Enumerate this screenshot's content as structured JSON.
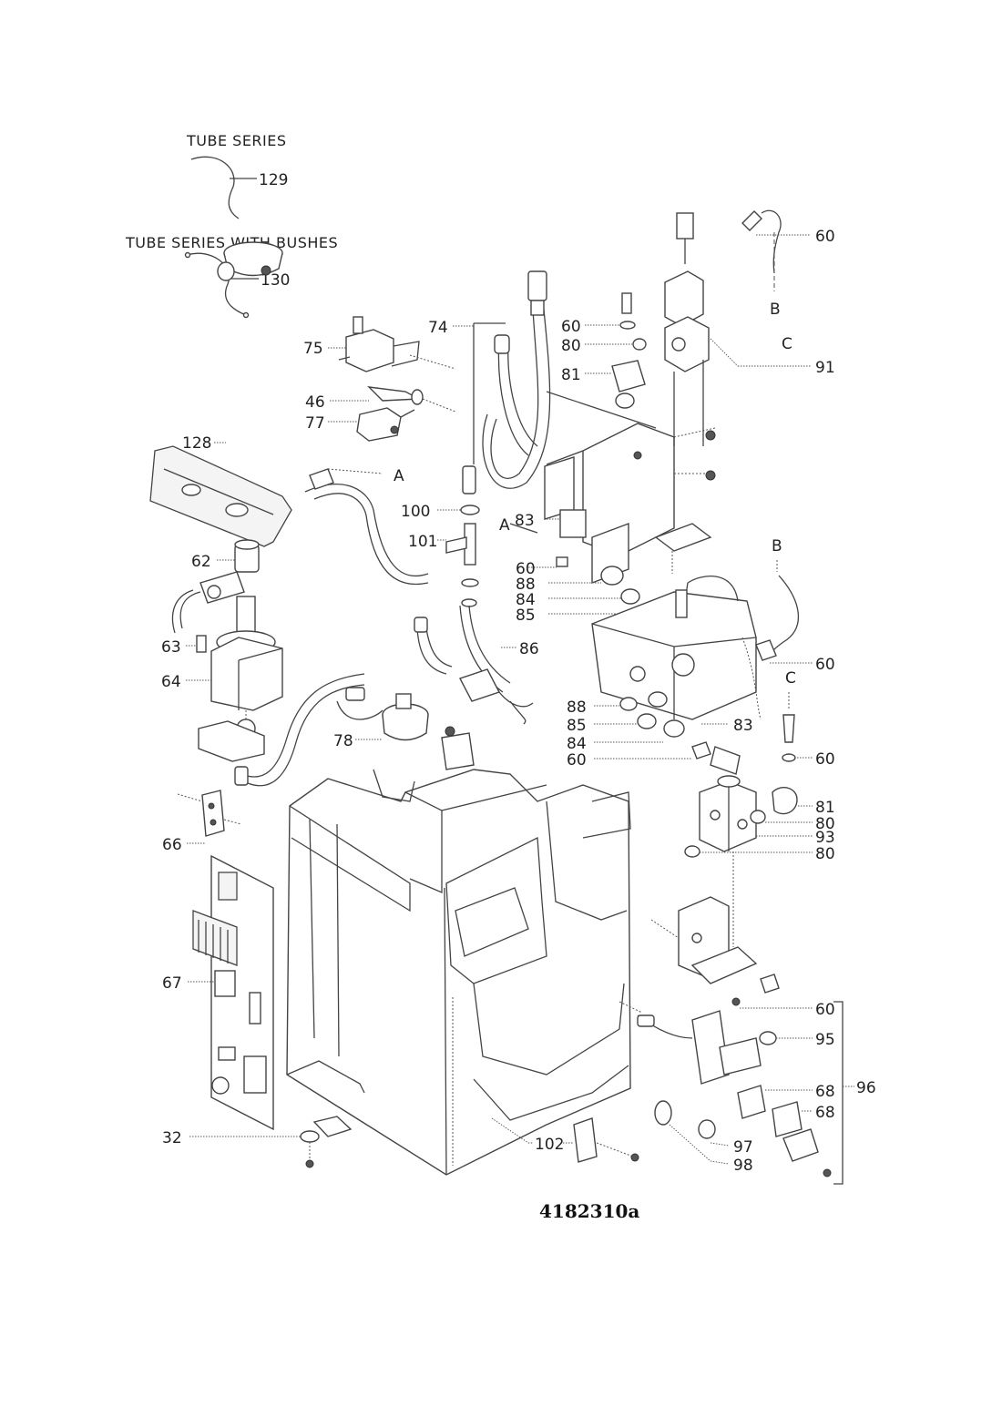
{
  "captions": {
    "tube_series": "TUBE SERIES",
    "tube_series_with_bushes": "TUBE SERIES WITH BUSHES"
  },
  "drawing_number": "4182310a",
  "connector_letters": {
    "a_left": "A",
    "a_mid": "A",
    "b_top": "B",
    "b_right": "B",
    "c_top": "C",
    "c_right": "C"
  },
  "part_labels": {
    "p129": "129",
    "p130": "130",
    "p60_top": "60",
    "p60_a": "60",
    "p80_a": "80",
    "p81_a": "81",
    "p91": "91",
    "p74": "74",
    "p75": "75",
    "p46": "46",
    "p77": "77",
    "p128": "128",
    "p100": "100",
    "p101": "101",
    "p83_a": "83",
    "p60_b": "60",
    "p88_a": "88",
    "p84_a": "84",
    "p85_a": "85",
    "p62": "62",
    "p63": "63",
    "p64": "64",
    "p86": "86",
    "p60_c": "60",
    "p88_b": "88",
    "p85_b": "85",
    "p83_b": "83",
    "p84_b": "84",
    "p60_d": "60",
    "p60_e": "60",
    "p78": "78",
    "p81_b": "81",
    "p80_b": "80",
    "p93": "93",
    "p80_c": "80",
    "p66": "66",
    "p67": "67",
    "p60_f": "60",
    "p95": "95",
    "p68_a": "68",
    "p96": "96",
    "p68_b": "68",
    "p97": "97",
    "p98": "98",
    "p32": "32",
    "p102": "102"
  }
}
